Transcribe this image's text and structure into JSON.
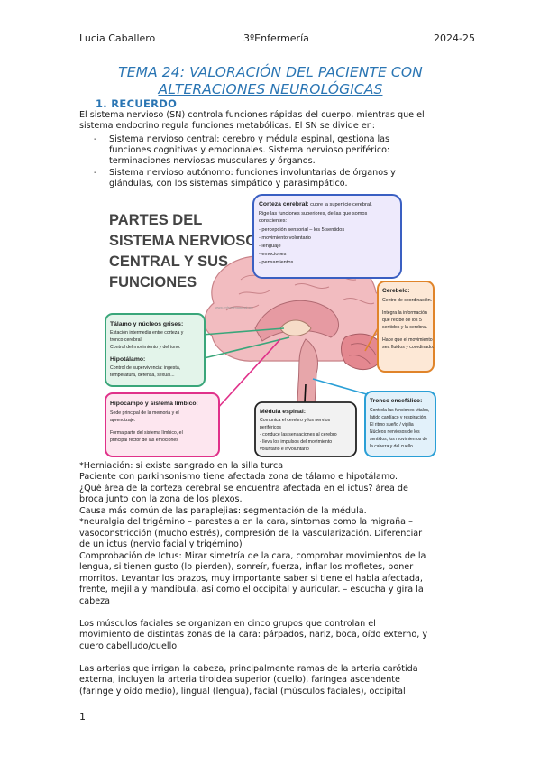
{
  "header": {
    "author": "Lucia Caballero",
    "course": "3ºEnfermería",
    "year": "2024-25"
  },
  "title": {
    "line1": "TEMA 24: VALORACIÓN DEL PACIENTE CON",
    "line2": "ALTERACIONES NEUROLÓGICAS"
  },
  "section1": "1. RECUERDO",
  "intro": [
    "El sistema nervioso (SN) controla funciones rápidas del cuerpo, mientras que el",
    "sistema endocrino regula funciones metabólicas. El SN se divide en:"
  ],
  "bullets": [
    {
      "dash": "-",
      "lines": [
        "Sistema nervioso central: cerebro y médula espinal, gestiona las",
        "funciones cognitivas y emocionales. Sistema nervioso periférico:",
        "terminaciones nerviosas musculares y órganos."
      ]
    },
    {
      "dash": "-",
      "lines": [
        "Sistema nervioso autónomo: funciones involuntarias de órganos y",
        "glándulas, con los sistemas simpático y parasimpático."
      ]
    }
  ],
  "figure": {
    "heading": [
      "PARTES DEL",
      "SISTEMA NERVIOSO",
      "CENTRAL Y SUS",
      "FUNCIONES"
    ],
    "watermark": "www.enfermeriaactual.org",
    "corteza": {
      "title": "Corteza cerebral:",
      "title_rest": " cubre la superficie cerebral.",
      "lines": [
        "Rige las funciones superiores, de las que somos",
        "conscientes:",
        "- percepción sensorial – los 5 sentidos",
        "- movimiento voluntario",
        "- lenguaje",
        "- emociones",
        "- pensamientos"
      ]
    },
    "cerebelo": {
      "title": "Cerebelo:",
      "lines": [
        "Centro de coordinación.",
        "",
        "Integra la información",
        "que recibe de los 5",
        "sentidos y la cerebral.",
        "",
        "Hace que el movimiento",
        "sea fluidos y coordinado."
      ]
    },
    "talamo": {
      "title": "Tálamo y núcleos grises:",
      "lines": [
        "Estación intermedia entre corteza y",
        "tronco cerebral.",
        "Control del movimiento y del tono."
      ]
    },
    "hipotalamo": {
      "title": "Hipotálamo:",
      "lines": [
        "Control de supervivencia: ingesta,",
        "temperatura, defensa, sexual..."
      ]
    },
    "hipocampo": {
      "title": "Hipocampo y sistema límbico:",
      "lines": [
        "Sede principal de la memoria y el",
        "aprendizaje.",
        "",
        "Forma parte del sistema límbico, el",
        "principal rector de las emociones"
      ]
    },
    "medula": {
      "title": "Médula espinal:",
      "lines": [
        "Comunica el cerebro y los nervios",
        "periféricos",
        "- conduce las sensaciones al cerebro",
        "- lleva los impulsos del movimiento",
        "voluntario e involuntario"
      ]
    },
    "tronco": {
      "title": "Tronco encefálico:",
      "lines": [
        "Controla las funciones vitales,",
        "latido cardíaco y respiración.",
        "El ritmo sueño / vigilia",
        "Núcleos nerviosos de los",
        "sentidos, los movimientos de",
        "la cabeza y del cuello."
      ]
    }
  },
  "notes": [
    "*Herniación: si existe sangrado en la silla turca",
    "Paciente con parkinsonismo tiene afectada zona de tálamo e hipotálamo.",
    "¿Qué área de la corteza cerebral se encuentra afectada en el ictus? área de",
    "broca junto con la zona de los plexos.",
    "Causa más común de las paraplejias: segmentación de la médula.",
    "*neuralgia del trigémino – parestesia en la cara, síntomas como la migraña –",
    "vasoconstricción (mucho estrés), compresión de la vascularización. Diferenciar",
    "de un ictus (nervio facial y trigémino)",
    "Comprobación de Ictus: Mirar simetría de la cara, comprobar movimientos de la",
    "lengua, si tienen gusto (lo pierden), sonreír, fuerza, inflar los mofletes, poner",
    "morritos. Levantar los brazos, muy importante saber si tiene el habla afectada,",
    "frente, mejilla y mandíbula, así como el occipital y auricular. – escucha y gira la",
    "cabeza"
  ],
  "para2": [
    "Los músculos faciales se organizan en cinco grupos que controlan el",
    "movimiento de distintas zonas de la cara: párpados, nariz, boca, oído externo, y",
    "cuero cabelludo/cuello."
  ],
  "para3": [
    "Las arterias que irrigan la cabeza, principalmente ramas de la arteria carótida",
    "externa, incluyen la arteria tiroidea superior (cuello), faríngea ascendente",
    "(faringe y oído medio), lingual (lengua), facial (músculos faciales), occipital"
  ],
  "page_number": "1"
}
